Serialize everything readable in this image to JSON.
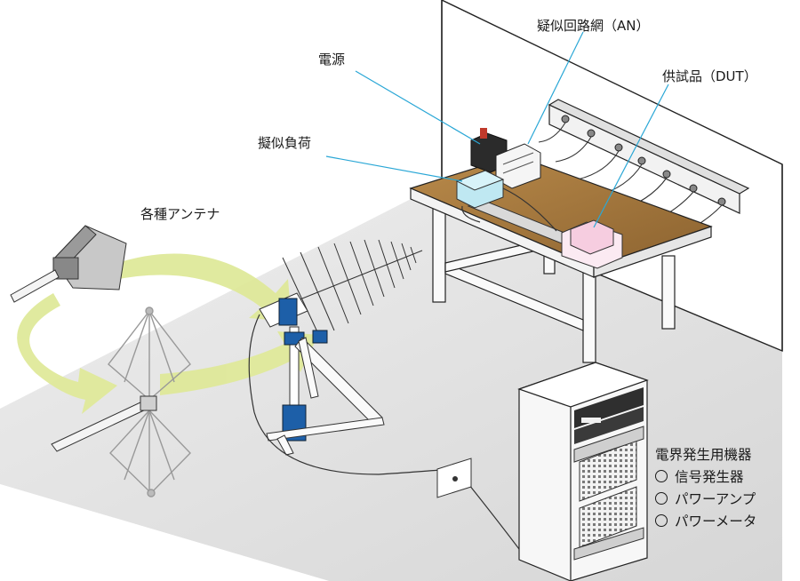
{
  "labels": {
    "artificial_network": "疑似回路網（AN）",
    "power_supply": "電源",
    "dut": "供試品（DUT）",
    "dummy_load": "擬似負荷",
    "antennas": "各種アンテナ"
  },
  "equipment": {
    "title": "電界発生用機器",
    "items": [
      "信号発生器",
      "パワーアンプ",
      "パワーメータ"
    ]
  },
  "colors": {
    "leader_line": "#2aa7d6",
    "arrow": "#dfe99a",
    "table_top": "#a87a3e",
    "floor": "#dcdcdc",
    "dummy_load": "#bfe8f2",
    "dut": "#f6cde0",
    "antenna_mount": "#1d5fa8"
  }
}
